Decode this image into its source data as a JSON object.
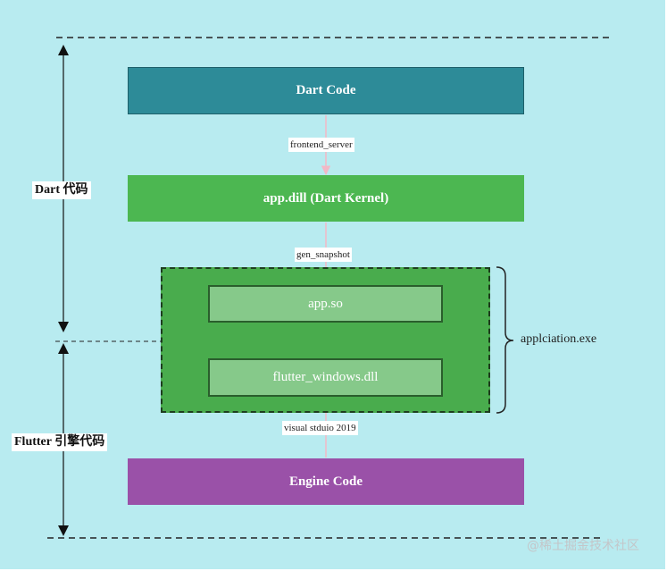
{
  "nodes": {
    "dart_code": "Dart Code",
    "app_dill": "app.dill (Dart Kernel)",
    "app_so": "app.so",
    "flutter_windows_dll": "flutter_windows.dll",
    "engine_code": "Engine Code"
  },
  "edges": {
    "frontend_server": "frontend_server",
    "gen_snapshot": "gen_snapshot",
    "visual_studio": "visual stduio 2019"
  },
  "groups": {
    "application_exe": "applciation.exe"
  },
  "sections": {
    "dart": "Dart 代码",
    "flutter": "Flutter 引擎代码"
  },
  "watermark": "@稀土掘金技术社区",
  "colors": {
    "background": "#b8ebf0",
    "dart_code": "#2d8b98",
    "app_dill": "#4cb751",
    "exe_group": "#49ac4d",
    "inner_box": "#86c98a",
    "engine_code": "#9a51a8",
    "edge_arrow": "#f2b8c6"
  }
}
